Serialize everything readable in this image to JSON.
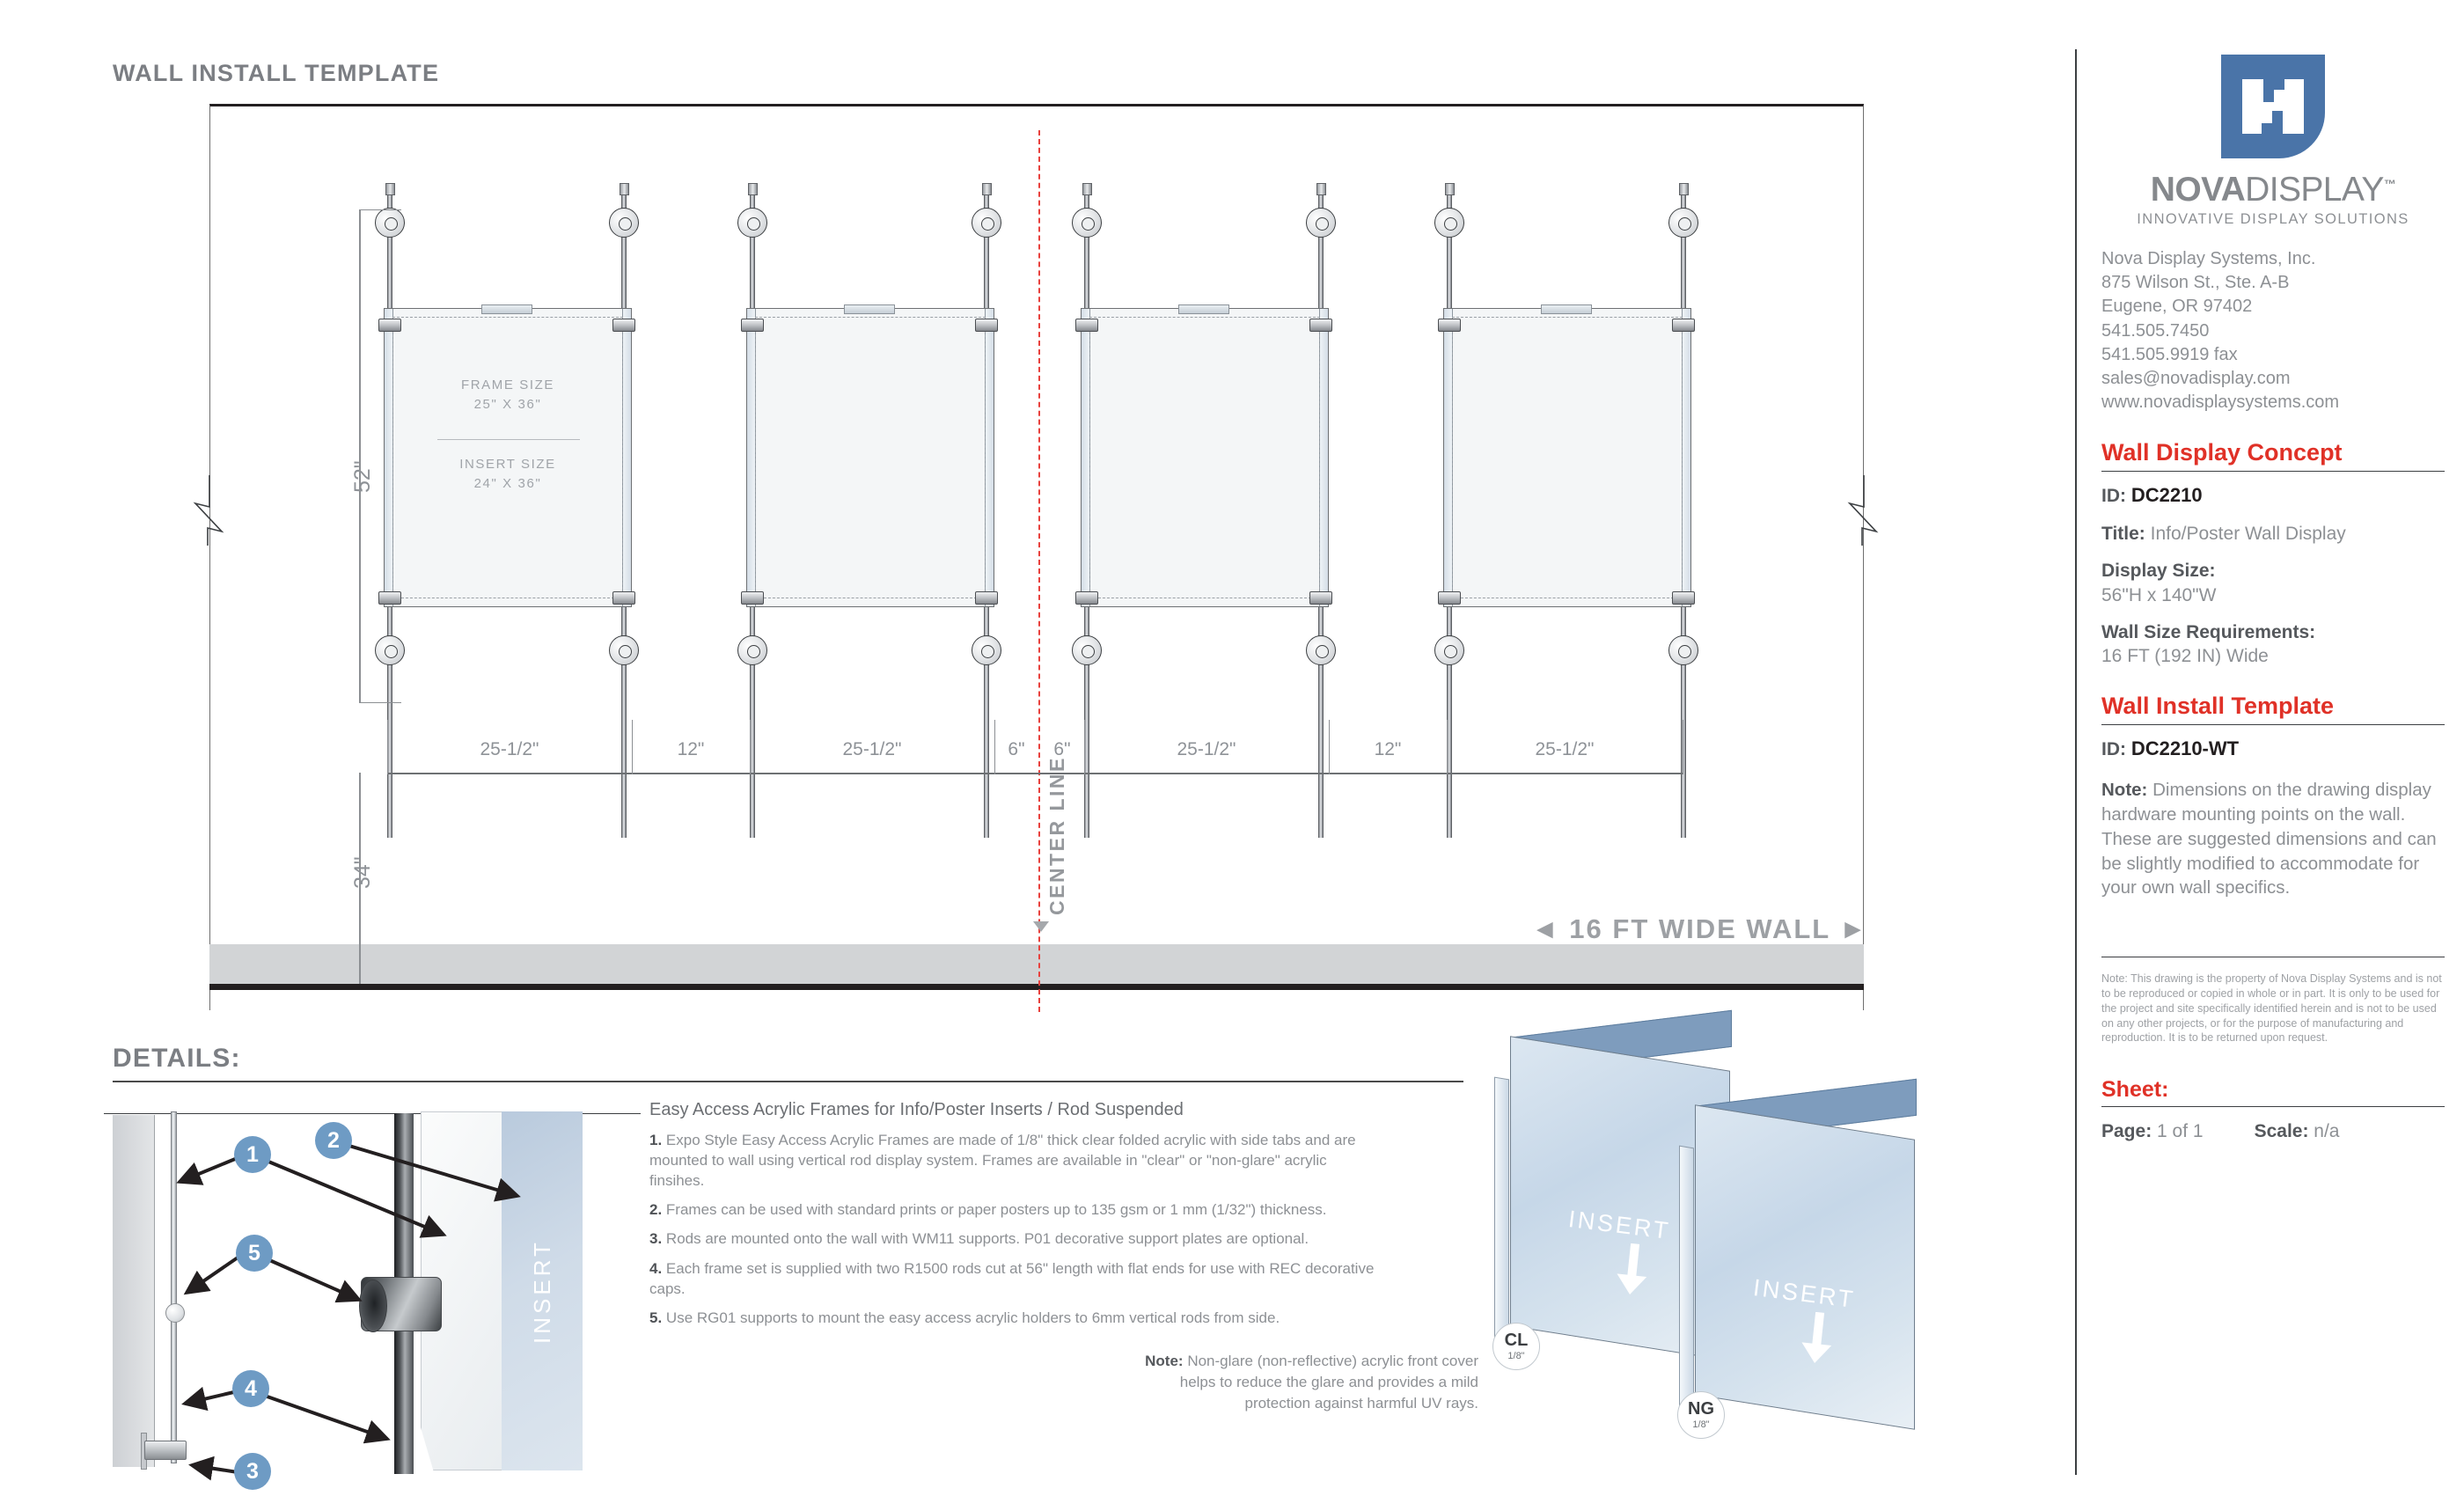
{
  "headings": {
    "wall_install_template": "WALL INSTALL TEMPLATE",
    "details": "DETAILS:"
  },
  "drawing": {
    "frame_size_label": "FRAME SIZE",
    "frame_size_value": "25\" X 36\"",
    "insert_size_label": "INSERT SIZE",
    "insert_size_value": "24\" X 36\"",
    "center_line_label": "CENTER LINE",
    "wall_width_label": "◄ 16 FT WIDE WALL ►",
    "vertical_dimensions": [
      "52\"",
      "34\""
    ],
    "horizontal_dimensions": [
      "25-1/2\"",
      "12\"",
      "25-1/2\"",
      "6\"",
      "6\"",
      "25-1/2\"",
      "12\"",
      "25-1/2\""
    ]
  },
  "details": {
    "title": "Easy Access Acrylic Frames for Info/Poster Inserts / Rod Suspended",
    "items": [
      {
        "num": "1.",
        "text": " Expo Style Easy Access Acrylic Frames are made of 1/8\" thick clear folded acrylic with side tabs and are mounted to wall using vertical rod display system. Frames are available in \"clear\" or \"non-glare\" acrylic finsihes."
      },
      {
        "num": "2.",
        "text": " Frames can be used with standard prints or paper posters up to 135 gsm or 1 mm (1/32\") thickness."
      },
      {
        "num": "3.",
        "text": " Rods are mounted onto the wall with WM11 supports. P01 decorative support plates are optional."
      },
      {
        "num": "4.",
        "text": " Each frame set is supplied with two R1500 rods cut at 56\" length with flat ends for use with REC decorative caps."
      },
      {
        "num": "5.",
        "text": " Use RG01 supports to mount the easy access acrylic holders to 6mm vertical rods from side."
      }
    ],
    "callouts": [
      "1",
      "2",
      "3",
      "4",
      "5"
    ],
    "iso_insert_label": "INSERT",
    "glare_note_label": "Note:",
    "glare_note_text": " Non-glare (non-reflective) acrylic front cover helps to reduce the glare and provides a mild protection against harmful UV rays."
  },
  "acrylic_pair": {
    "label_front": "INSERT",
    "label_back": "INSERT",
    "badge_clear_key": "CL",
    "badge_clear_sub": "1/8\"",
    "badge_nonglare_key": "NG",
    "badge_nonglare_sub": "1/8\""
  },
  "sidebar": {
    "logo_bold": "NOVA",
    "logo_light": "DISPLAY",
    "logo_tm": "™",
    "logo_tagline": "INNOVATIVE DISPLAY SOLUTIONS",
    "company": "Nova Display Systems, Inc.",
    "address1": "875 Wilson St., Ste. A-B",
    "address2": "Eugene, OR 97402",
    "phone": "541.505.7450",
    "fax": "541.505.9919 fax",
    "email": "sales@novadisplay.com",
    "website": "www.novadisplaysystems.com",
    "concept_heading": "Wall Display Concept",
    "concept_id_label": "ID:",
    "concept_id_value": "DC2210",
    "title_label": "Title:",
    "title_value": " Info/Poster Wall Display",
    "display_size_label": "Display Size:",
    "display_size_value": "56\"H x 140\"W",
    "wall_size_label": "Wall Size Requirements:",
    "wall_size_value": "16 FT (192 IN) Wide",
    "template_heading": "Wall Install Template",
    "template_id_label": "ID:",
    "template_id_value": "DC2210-WT",
    "note_label": "Note:",
    "note_text": " Dimensions on the drawing display hardware mounting points on the wall. These are suggested dimensions and can be slightly modified to accommodate for your own wall specifics.",
    "legal_note": "Note: This drawing is the property of Nova Display Systems and is not to be reproduced or copied in whole or in part. It is only to be used for the project and site specifically identified herein and is not to be used on any other projects, or for the purpose of manufacturing and reproduction. It is to be returned upon request.",
    "sheet_heading": "Sheet:",
    "page_label": "Page:",
    "page_value": " 1 of 1",
    "scale_label": "Scale:",
    "scale_value": " n/a"
  },
  "colors": {
    "accent_red": "#e03127",
    "logo_blue": "#4a74a8",
    "callout_blue": "#6e9bc4",
    "text_gray": "#8d9094"
  }
}
